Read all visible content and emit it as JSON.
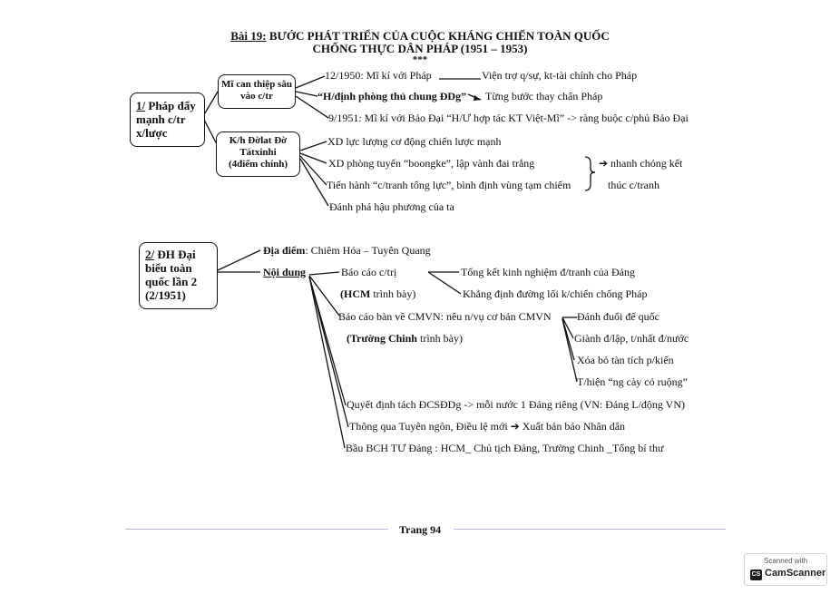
{
  "header": {
    "lesson": "Bài 19:",
    "title_line1": " BƯỚC PHÁT TRIỂN CỦA CUỘC KHÁNG CHIẾN TOÀN QUỐC",
    "title_line2": "CHỐNG THỰC DÂN PHÁP (1951 – 1953)",
    "stars": "***"
  },
  "section1": {
    "num": "1/",
    "label_rest": " Pháp đẩy mạnh c/tr x/lược",
    "box_us": "Mĩ can thiệp sâu vào c/tr",
    "box_plan_line1": "K/h Đờlat Đờ",
    "box_plan_line2": "Tátxinhi",
    "box_plan_line3": "(4điểm chính)",
    "us_items": {
      "item1": "12/1950: Mĩ kí với Pháp",
      "item1_detail": "Viện trợ q/sự, kt-tài chính cho Pháp",
      "item2": "“H/định phòng thủ chung ĐDg”",
      "item2_detail": "Từng bước thay chân Pháp",
      "item3": "9/1951: Mĩ kí với Bảo Đại “H/Ư hợp tác KT Việt-Mĩ” ->  ràng buộc c/phủ Bảo Đại"
    },
    "plan_items": {
      "item1": "XD lực lượng cơ động chiến lược mạnh",
      "item2": "XD phòng tuyến “boongke”, lập vành đai trắng",
      "item3": "Tiến hành “c/tranh tổng lực”, bình định vùng tạm chiếm",
      "item4": "Đánh phá hậu phương của ta",
      "result_line1": "➔ nhanh chóng kết",
      "result_line2": "thúc c/tranh"
    }
  },
  "section2": {
    "num": "2/",
    "label_rest": " ĐH Đại biểu toàn quốc lần 2 (2/1951)",
    "location_label": "Địa điểm",
    "location_value": ": Chiêm Hóa – Tuyên Quang",
    "content_label": "Nội dung",
    "report1": "Báo cáo c/trị",
    "report1_by_name": "(HCM",
    "report1_by_rest": " trình bày)",
    "report1_detail1": "Tổng kết kinh nghiệm đ/tranh của Đảng",
    "report1_detail2": "Khẳng định đường lối k/chiến chống Pháp",
    "report2": "Báo cáo bàn về CMVN: nêu n/vụ cơ bản CMVN",
    "report2_by_name": "(Trường Chinh",
    "report2_by_rest": " trình bày)",
    "tasks": {
      "t1": "Đánh đuổi đế quốc",
      "t2": "Giành đ/lập, t/nhất đ/nước",
      "t3": "Xóa bỏ tàn tích p/kiến",
      "t4": "T/hiện “ng cày có ruộng”"
    },
    "decision": "Quyết định tách ĐCSĐDg -> mỗi nước 1 Đảng riêng (VN: Đảng L/động VN)",
    "manifesto": "Thông qua Tuyên ngôn, Điều lệ mới ➔ Xuất bản báo Nhân dân",
    "election": "Bầu BCH TƯ Đảng : HCM_ Chủ tịch Đảng, Trường Chinh _Tổng bí thư"
  },
  "footer": {
    "page": "Trang 94"
  },
  "watermark": {
    "scanned": "Scanned with",
    "logo": "CS",
    "brand": "CamScanner"
  }
}
